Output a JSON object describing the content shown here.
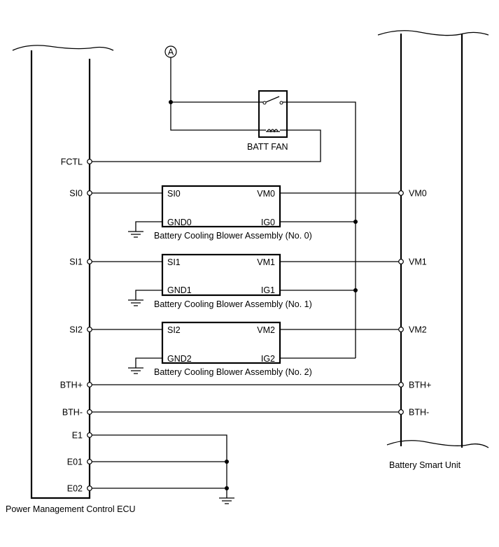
{
  "ecu": {
    "label": "Power Management Control ECU",
    "pins": [
      "FCTL",
      "SI0",
      "SI1",
      "SI2",
      "BTH+",
      "BTH-",
      "E1",
      "E01",
      "E02"
    ]
  },
  "smart_unit": {
    "label": "Battery Smart Unit",
    "pins": [
      "VM0",
      "VM1",
      "VM2",
      "BTH+",
      "BTH-"
    ]
  },
  "relay": {
    "label": "BATT FAN"
  },
  "connector": {
    "label": "A"
  },
  "blowers": [
    {
      "si": "SI0",
      "vm": "VM0",
      "gnd": "GND0",
      "ig": "IG0",
      "caption": "Battery Cooling Blower Assembly (No. 0)"
    },
    {
      "si": "SI1",
      "vm": "VM1",
      "gnd": "GND1",
      "ig": "IG1",
      "caption": "Battery Cooling Blower Assembly (No. 1)"
    },
    {
      "si": "SI2",
      "vm": "VM2",
      "gnd": "GND2",
      "ig": "IG2",
      "caption": "Battery Cooling Blower Assembly (No. 2)"
    }
  ]
}
